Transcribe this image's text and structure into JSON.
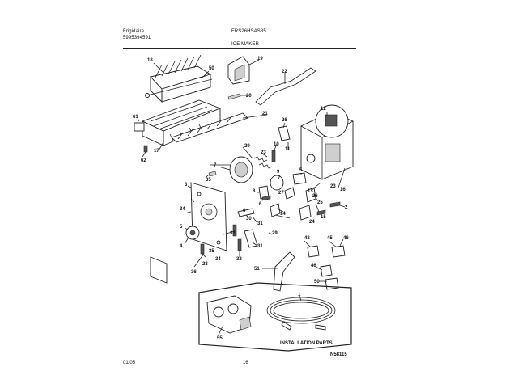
{
  "header": {
    "brand": "Frigidaire",
    "model_number": "FRS26HSAS85",
    "publication": "5995394591",
    "section_title": "ICE MAKER"
  },
  "diagram": {
    "install_box_title": "INSTALLATION PARTS",
    "drawing_number": "N58115",
    "callouts": [
      "1",
      "2",
      "3",
      "4",
      "5",
      "6",
      "7",
      "8",
      "9",
      "10",
      "11",
      "12",
      "13",
      "14",
      "15",
      "16",
      "17",
      "18",
      "19",
      "20",
      "21",
      "22",
      "23",
      "24",
      "25",
      "26",
      "27",
      "28",
      "29",
      "30",
      "31",
      "32",
      "33",
      "34",
      "35",
      "36",
      "45",
      "46",
      "48",
      "50",
      "51",
      "55",
      "61",
      "62"
    ]
  },
  "footer": {
    "date": "01/05",
    "page_number": "16"
  }
}
